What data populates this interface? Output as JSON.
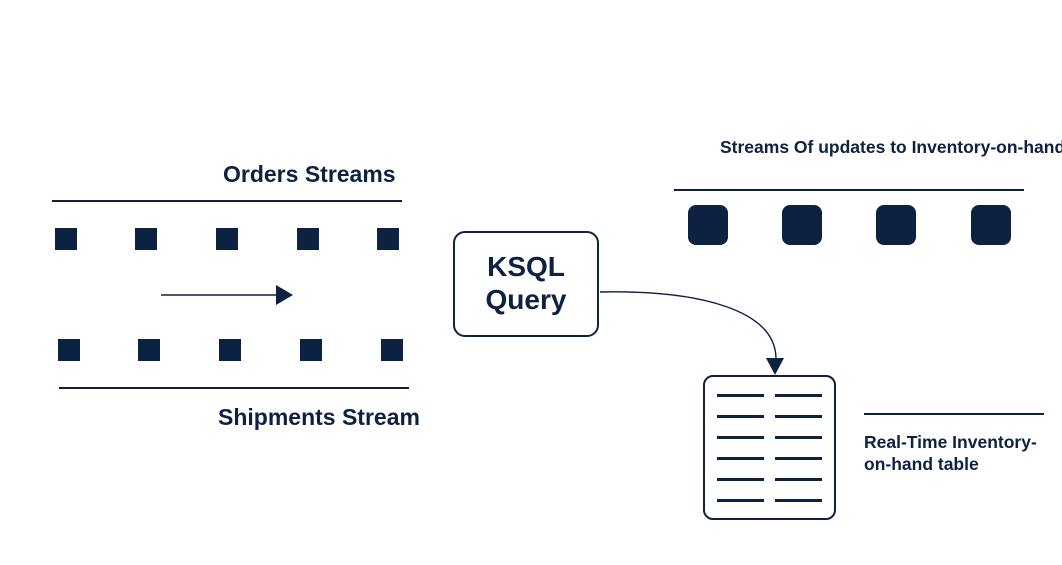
{
  "orders_stream": {
    "label": "Orders Streams"
  },
  "shipments_stream": {
    "label": "Shipments Stream"
  },
  "query": {
    "label": "KSQL Query"
  },
  "updates_stream": {
    "label": "Streams Of updates to Inventory-on-hand Table"
  },
  "result_table": {
    "label": "Real-Time Inventory-on-hand table"
  },
  "colors": {
    "primary": "#0d2140",
    "background": "#ffffff"
  },
  "icons": {
    "event": "square-icon",
    "update": "rounded-square-icon",
    "table": "table-icon",
    "flow": "arrow-icon"
  }
}
